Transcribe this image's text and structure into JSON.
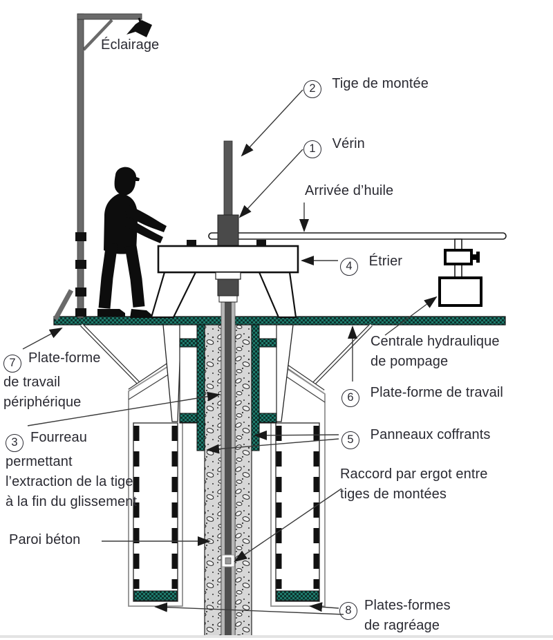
{
  "labels": {
    "eclairage": "Éclairage",
    "tige_de_montee": {
      "num": "2",
      "text": "Tige de montée"
    },
    "verin": {
      "num": "1",
      "text": "Vérin"
    },
    "arrivee_huile": "Arrivée d’huile",
    "etrier": {
      "num": "4",
      "text": "Étrier"
    },
    "centrale_hydraulique": "Centrale hydraulique\nde pompage",
    "plateforme_travail": {
      "num": "6",
      "text": "Plate-forme de travail"
    },
    "plateforme_peripherique": {
      "num": "7",
      "text": "Plate-forme\nde travail\npériphérique"
    },
    "fourreau": {
      "num": "3",
      "text": "Fourreau\npermettant\nl’extraction de la tige\nà la fin du glissement"
    },
    "paroi_beton": "Paroi béton",
    "panneaux_coffrants": {
      "num": "5",
      "text": "Panneaux coffrants"
    },
    "raccord_ergot": "Raccord par ergot entre\ntiges de montées",
    "plateformes_ragreage": {
      "num": "8",
      "text": "Plates-formes\nde ragréage"
    }
  },
  "colors": {
    "platform_green": "#1e7a6c",
    "platform_green_dark": "#0d332d",
    "concrete_gray": "#d7d7d7",
    "metal_dark": "#4a4a4a",
    "metal_mid": "#6a6a6a",
    "sleeve_gray": "#b7b7b7",
    "line_black": "#1a1a1a",
    "text_color": "#2a2a32"
  },
  "icons": {
    "work_light": "spotlight-head",
    "worker": "worker-silhouette-hard-hat",
    "pump_motor": "motor-symbol",
    "pump_tank": "pump-box"
  }
}
